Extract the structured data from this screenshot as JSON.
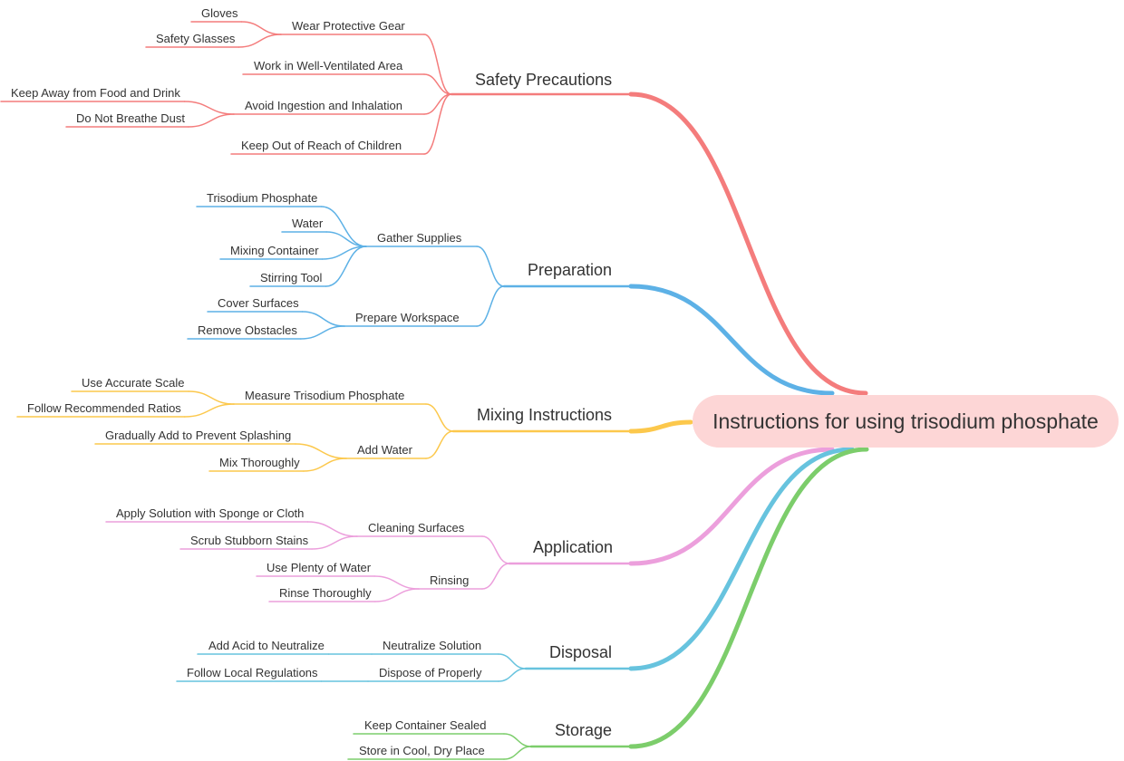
{
  "root": {
    "label": "Instructions for using trisodium phosphate",
    "color": "#fdd6d6"
  },
  "branches": [
    {
      "label": "Safety Precautions",
      "color": "#f47c7c",
      "children": [
        {
          "label": "Wear Protective Gear",
          "children": [
            "Gloves",
            "Safety Glasses"
          ]
        },
        {
          "label": "Work in Well-Ventilated Area",
          "children": []
        },
        {
          "label": "Avoid Ingestion and Inhalation",
          "children": [
            "Keep Away from Food and Drink",
            "Do Not Breathe Dust"
          ]
        },
        {
          "label": "Keep Out of Reach of Children",
          "children": []
        }
      ]
    },
    {
      "label": "Preparation",
      "color": "#5db1e6",
      "children": [
        {
          "label": "Gather Supplies",
          "children": [
            "Trisodium Phosphate",
            "Water",
            "Mixing Container",
            "Stirring Tool"
          ]
        },
        {
          "label": "Prepare Workspace",
          "children": [
            "Cover Surfaces",
            "Remove Obstacles"
          ]
        }
      ]
    },
    {
      "label": "Mixing Instructions",
      "color": "#fcc84c",
      "children": [
        {
          "label": "Measure Trisodium Phosphate",
          "children": [
            "Use Accurate Scale",
            "Follow Recommended Ratios"
          ]
        },
        {
          "label": "Add Water",
          "children": [
            "Gradually Add to Prevent Splashing",
            "Mix Thoroughly"
          ]
        }
      ]
    },
    {
      "label": "Application",
      "color": "#ec9fdc",
      "children": [
        {
          "label": "Cleaning Surfaces",
          "children": [
            "Apply Solution with Sponge or Cloth",
            "Scrub Stubborn Stains"
          ]
        },
        {
          "label": "Rinsing",
          "children": [
            "Use Plenty of Water",
            "Rinse Thoroughly"
          ]
        }
      ]
    },
    {
      "label": "Disposal",
      "color": "#67c3de",
      "children": [
        {
          "label": "Neutralize Solution",
          "children": [
            "Add Acid to Neutralize"
          ]
        },
        {
          "label": "Dispose of Properly",
          "children": [
            "Follow Local Regulations"
          ]
        }
      ]
    },
    {
      "label": "Storage",
      "color": "#7ccd6b",
      "children": [
        {
          "label": "Keep Container Sealed",
          "children": []
        },
        {
          "label": "Store in Cool, Dry Place",
          "children": []
        }
      ]
    }
  ]
}
